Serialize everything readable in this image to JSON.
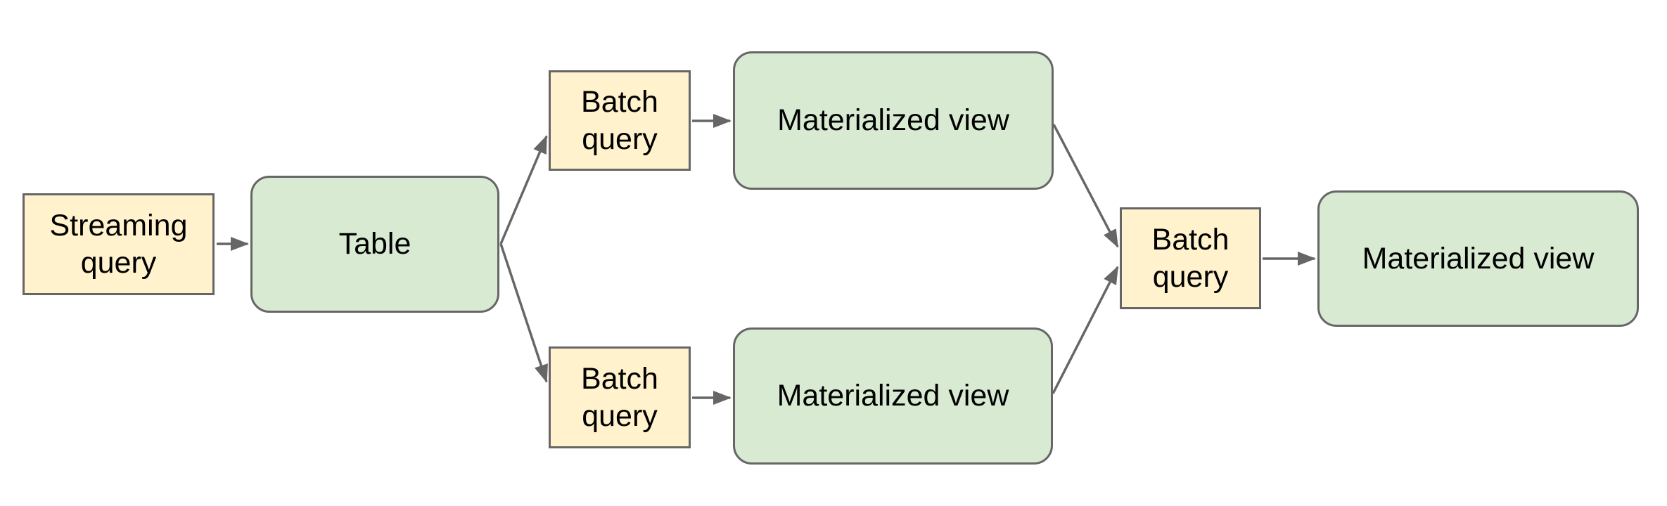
{
  "diagram": {
    "type": "flowchart",
    "background": "#ffffff",
    "colors": {
      "query_fill": "#fff2cc",
      "store_fill": "#d9ead3",
      "border": "#666666",
      "arrow": "#666666",
      "text": "#000000"
    },
    "nodes": [
      {
        "id": "streaming-query",
        "label": "Streaming query",
        "shape": "rectangle",
        "kind": "query"
      },
      {
        "id": "table",
        "label": "Table",
        "shape": "rounded-rectangle",
        "kind": "store"
      },
      {
        "id": "batch-query-top",
        "label": "Batch query",
        "shape": "rectangle",
        "kind": "query"
      },
      {
        "id": "materialized-view-top",
        "label": "Materialized view",
        "shape": "rounded-rectangle",
        "kind": "store"
      },
      {
        "id": "batch-query-bottom",
        "label": "Batch query",
        "shape": "rectangle",
        "kind": "query"
      },
      {
        "id": "materialized-view-bottom",
        "label": "Materialized view",
        "shape": "rounded-rectangle",
        "kind": "store"
      },
      {
        "id": "batch-query-merge",
        "label": "Batch query",
        "shape": "rectangle",
        "kind": "query"
      },
      {
        "id": "materialized-view-final",
        "label": "Materialized view",
        "shape": "rounded-rectangle",
        "kind": "store"
      }
    ],
    "edges": [
      {
        "from": "streaming-query",
        "to": "table"
      },
      {
        "from": "table",
        "to": "batch-query-top"
      },
      {
        "from": "table",
        "to": "batch-query-bottom"
      },
      {
        "from": "batch-query-top",
        "to": "materialized-view-top"
      },
      {
        "from": "batch-query-bottom",
        "to": "materialized-view-bottom"
      },
      {
        "from": "materialized-view-top",
        "to": "batch-query-merge"
      },
      {
        "from": "materialized-view-bottom",
        "to": "batch-query-merge"
      },
      {
        "from": "batch-query-merge",
        "to": "materialized-view-final"
      }
    ]
  }
}
